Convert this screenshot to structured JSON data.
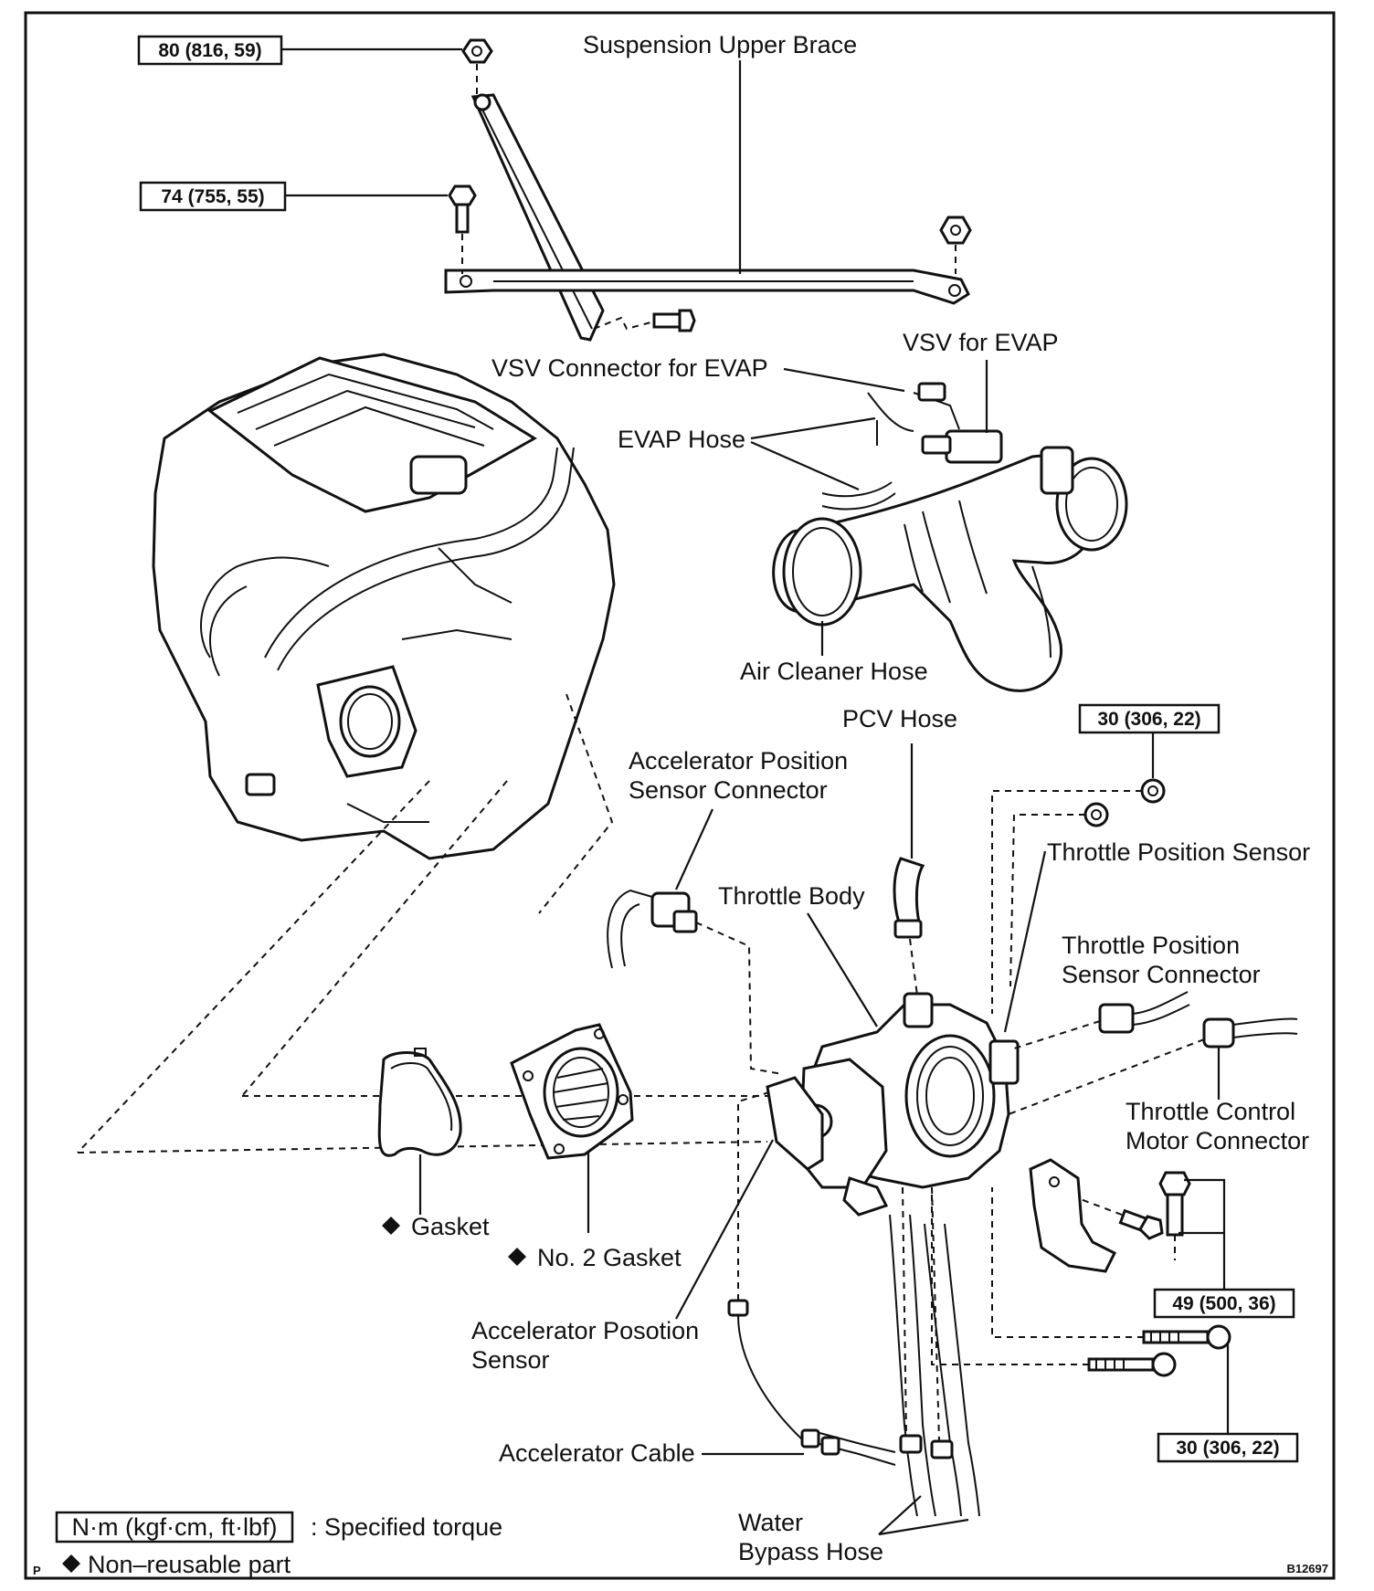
{
  "labels": {
    "suspension_upper_brace": "Suspension Upper Brace",
    "vsv_connector_evap": "VSV Connector for EVAP",
    "vsv_evap": "VSV for EVAP",
    "evap_hose": "EVAP Hose",
    "air_cleaner_hose": "Air Cleaner Hose",
    "pcv_hose": "PCV Hose",
    "aps_connector_line1": "Accelerator Position",
    "aps_connector_line2": "Sensor Connector",
    "throttle_position_sensor": "Throttle Position Sensor",
    "throttle_body": "Throttle Body",
    "tps_connector_line1": "Throttle Position",
    "tps_connector_line2": "Sensor Connector",
    "tcm_connector_line1": "Throttle Control",
    "tcm_connector_line2": "Motor Connector",
    "gasket": "Gasket",
    "no2_gasket": "No. 2 Gasket",
    "aps_line1": "Accelerator Posotion",
    "aps_line2": "Sensor",
    "accelerator_cable": "Accelerator Cable",
    "water_bypass_line1": "Water",
    "water_bypass_line2": "Bypass Hose"
  },
  "torques": {
    "t1": "80 (816, 59)",
    "t2": "74 (755, 55)",
    "t3": "30 (306, 22)",
    "t4": "49 (500, 36)",
    "t5": "30 (306, 22)"
  },
  "legend": {
    "unit_box": "N·m (kgf·cm, ft·lbf)",
    "unit_desc": ": Specified torque",
    "non_reusable": "Non–reusable part",
    "corner_mark": "P",
    "figure_id": "B12697"
  },
  "icons": {
    "non_reusable_marker": "diamond-icon"
  }
}
